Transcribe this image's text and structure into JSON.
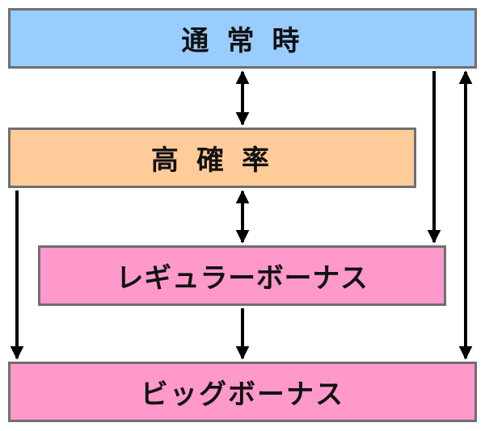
{
  "nodes": {
    "normal": "通 常 時",
    "high_prob": "高 確 率",
    "regular_bonus": "レギュラーボーナス",
    "big_bonus": "ビッグボーナス"
  },
  "colors": {
    "normal": "#99ccff",
    "high_prob": "#ffcc99",
    "bonus": "#ff99cc",
    "border": "#6f6f6f",
    "arrow": "#000000"
  },
  "edges": [
    {
      "from": "normal",
      "to": "high_prob",
      "bidirectional": true
    },
    {
      "from": "high_prob",
      "to": "regular_bonus",
      "bidirectional": true
    },
    {
      "from": "normal",
      "to": "regular_bonus",
      "bidirectional": false
    },
    {
      "from": "normal",
      "to": "big_bonus",
      "bidirectional": true
    },
    {
      "from": "high_prob",
      "to": "big_bonus",
      "bidirectional": false
    },
    {
      "from": "regular_bonus",
      "to": "big_bonus",
      "bidirectional": false
    }
  ]
}
